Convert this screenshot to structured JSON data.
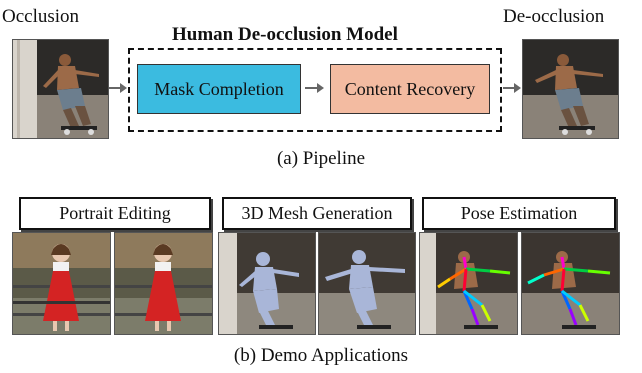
{
  "pipeline": {
    "input_label": "Occlusion",
    "output_label": "De-occlusion",
    "model_title": "Human De-occlusion Model",
    "stage1": "Mask Completion",
    "stage2": "Content Recovery",
    "caption": "(a) Pipeline"
  },
  "demo": {
    "apps": [
      "Portrait Editing",
      "3D Mesh Generation",
      "Pose Estimation"
    ],
    "caption": "(b) Demo Applications"
  },
  "colors": {
    "mask_box": "#3bbbe0",
    "content_box": "#f3bba1"
  }
}
